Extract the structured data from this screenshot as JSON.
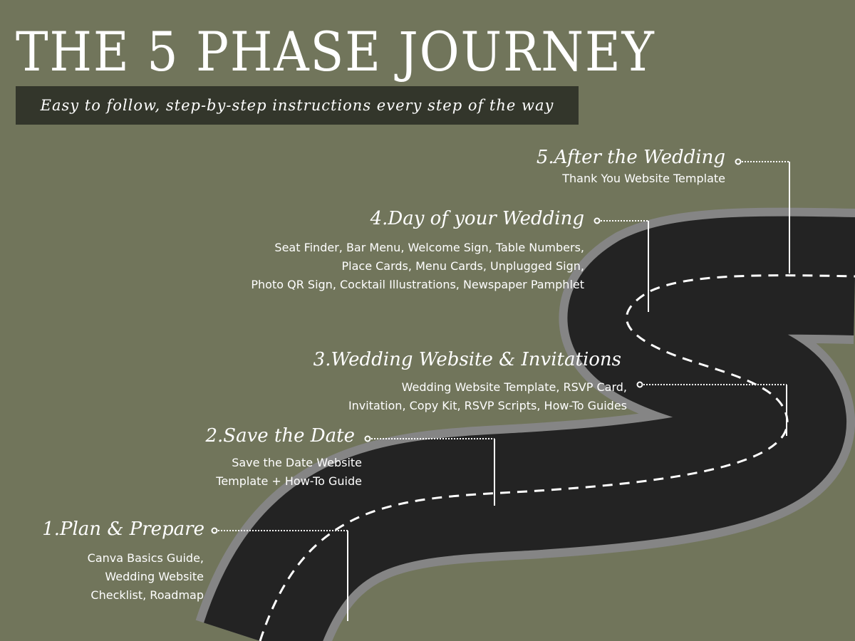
{
  "header": {
    "title": "THE 5 PHASE JOURNEY",
    "subtitle": "Easy to follow, step-by-step instructions every step of the way"
  },
  "phases": [
    {
      "title": "1.Plan & Prepare",
      "lines": [
        "Canva Basics Guide,",
        "Wedding Website",
        "Checklist, Roadmap"
      ]
    },
    {
      "title": "2.Save the Date",
      "lines": [
        "Save the Date Website",
        "Template + How-To Guide"
      ]
    },
    {
      "title": "3.Wedding Website & Invitations",
      "lines": [
        "Wedding Website Template, RSVP Card,",
        "Invitation, Copy Kit, RSVP Scripts, How-To Guides"
      ]
    },
    {
      "title": "4.Day of your Wedding",
      "lines": [
        "Seat Finder, Bar Menu, Welcome Sign, Table Numbers,",
        "Place Cards, Menu Cards, Unplugged Sign,",
        "Photo QR Sign, Cocktail Illustrations, Newspaper Pamphlet"
      ]
    },
    {
      "title": "5.After the Wedding",
      "lines": [
        "Thank You Website Template"
      ]
    }
  ],
  "colors": {
    "background": "#71755b",
    "subtitle_bar": "#33362b",
    "road": "#232323",
    "road_edge": "#858585",
    "road_marking": "#ffffff",
    "text": "#ffffff"
  }
}
